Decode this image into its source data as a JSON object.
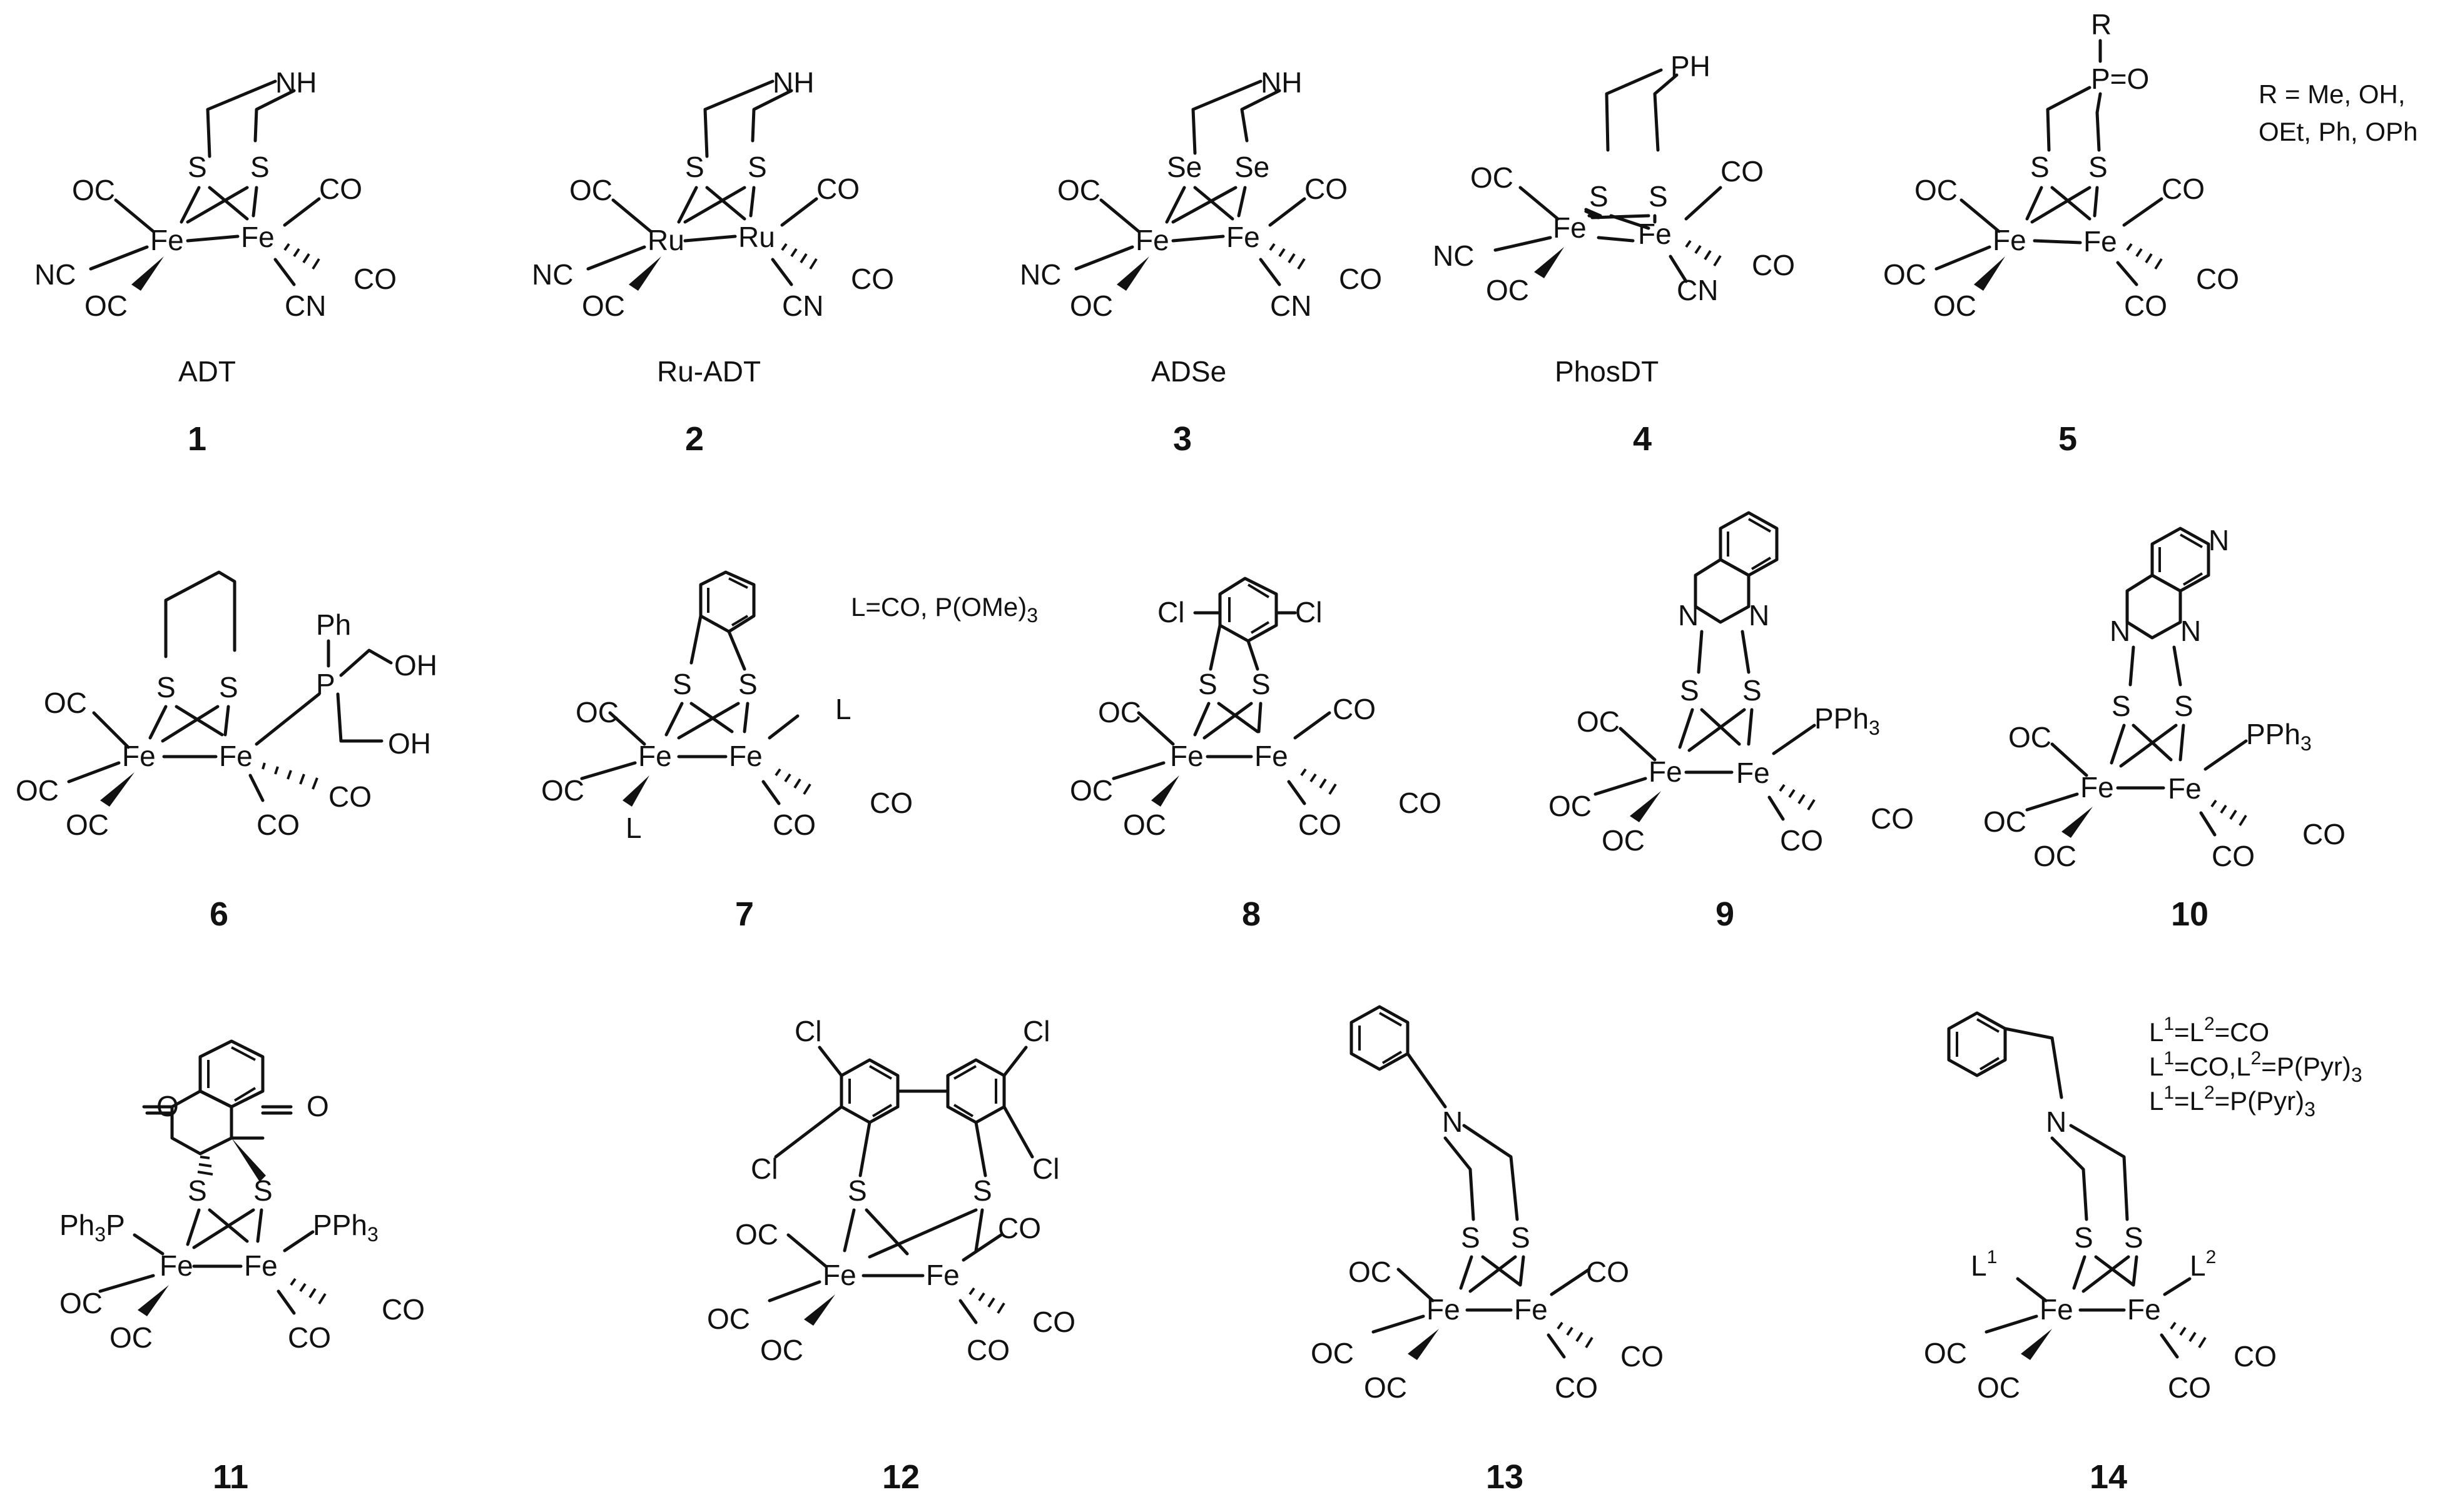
{
  "compounds": [
    {
      "number": "1",
      "caption": "ADT",
      "metal": "Fe",
      "bridge": "NH",
      "chalcogen": "S",
      "ligands": [
        "OC",
        "NC",
        "OC",
        "CO",
        "CO",
        "CN"
      ]
    },
    {
      "number": "2",
      "caption": "Ru-ADT",
      "metal": "Ru",
      "bridge": "NH",
      "chalcogen": "S",
      "ligands": [
        "OC",
        "NC",
        "OC",
        "CO",
        "CO",
        "CN"
      ]
    },
    {
      "number": "3",
      "caption": "ADSe",
      "metal": "Fe",
      "bridge": "NH",
      "chalcogen": "Se",
      "ligands": [
        "OC",
        "NC",
        "OC",
        "CO",
        "CO",
        "CN"
      ]
    },
    {
      "number": "4",
      "caption": "PhosDT",
      "metal": "Fe",
      "bridge": "PH",
      "chalcogen": "S",
      "ligands": [
        "OC",
        "NC",
        "OC",
        "CO",
        "CO",
        "CN"
      ]
    },
    {
      "number": "5",
      "caption": "",
      "metal": "Fe",
      "bridge": "P=O",
      "bridge_sub": "R",
      "chalcogen": "S",
      "ligands": [
        "OC",
        "OC",
        "OC",
        "CO",
        "CO",
        "CO"
      ],
      "note_lines": [
        "R = Me, OH,",
        "OEt, Ph, OPh"
      ]
    },
    {
      "number": "6",
      "metal": "Fe",
      "chalcogen": "S",
      "phosphine": {
        "atom": "P",
        "phenyl": "Ph",
        "groups": [
          "OH",
          "OH"
        ]
      },
      "ligands": [
        "OC",
        "OC",
        "OC",
        "CO",
        "CO"
      ]
    },
    {
      "number": "7",
      "metal": "Fe",
      "chalcogen": "S",
      "ligands": [
        "OC",
        "OC",
        "L",
        "L",
        "CO",
        "CO"
      ],
      "note": "L=CO, P(OMe)",
      "note_sub": "3"
    },
    {
      "number": "8",
      "metal": "Fe",
      "chalcogen": "S",
      "substituents": [
        "Cl",
        "Cl"
      ],
      "ligands": [
        "OC",
        "OC",
        "OC",
        "CO",
        "CO",
        "CO"
      ]
    },
    {
      "number": "9",
      "metal": "Fe",
      "chalcogen": "S",
      "ring_atoms": [
        "N",
        "N"
      ],
      "phosphine": "PPh",
      "phosphine_sub": "3",
      "ligands": [
        "OC",
        "OC",
        "OC",
        "CO",
        "CO"
      ]
    },
    {
      "number": "10",
      "metal": "Fe",
      "chalcogen": "S",
      "ring_atoms": [
        "N",
        "N",
        "N"
      ],
      "phosphine": "PPh",
      "phosphine_sub": "3",
      "ligands": [
        "OC",
        "OC",
        "OC",
        "CO",
        "CO"
      ]
    },
    {
      "number": "11",
      "metal": "Fe",
      "chalcogen": "S",
      "carbonyls": [
        "O",
        "O"
      ],
      "phosphine_left": "Ph",
      "phosphine_left_sub": "3",
      "phosphine_left_tail": "P",
      "phosphine_right": "PPh",
      "phosphine_right_sub": "3",
      "ligands": [
        "OC",
        "OC",
        "CO",
        "CO"
      ]
    },
    {
      "number": "12",
      "metal": "Fe",
      "chalcogen": "S",
      "substituents": [
        "Cl",
        "Cl",
        "Cl",
        "Cl"
      ],
      "ligands": [
        "OC",
        "OC",
        "OC",
        "CO",
        "CO",
        "CO"
      ]
    },
    {
      "number": "13",
      "metal": "Fe",
      "chalcogen": "S",
      "amine": "N",
      "ligands": [
        "OC",
        "OC",
        "OC",
        "CO",
        "CO",
        "CO"
      ]
    },
    {
      "number": "14",
      "metal": "Fe",
      "chalcogen": "S",
      "amine": "N",
      "ligand_labels": [
        "L",
        "L"
      ],
      "ligand_sups": [
        "1",
        "2"
      ],
      "ligands": [
        "OC",
        "OC",
        "CO",
        "CO"
      ],
      "notes": [
        {
          "a": "L",
          "as": "1",
          "b": "=L",
          "bs": "2",
          "c": "=CO"
        },
        {
          "a": "L",
          "as": "1",
          "b": "=CO,L",
          "bs": "2",
          "c": "=P(Pyr)",
          "cs": "3"
        },
        {
          "a": "L",
          "as": "1",
          "b": "=L",
          "bs": "2",
          "c": "=P(Pyr)",
          "cs": "3"
        }
      ]
    }
  ]
}
